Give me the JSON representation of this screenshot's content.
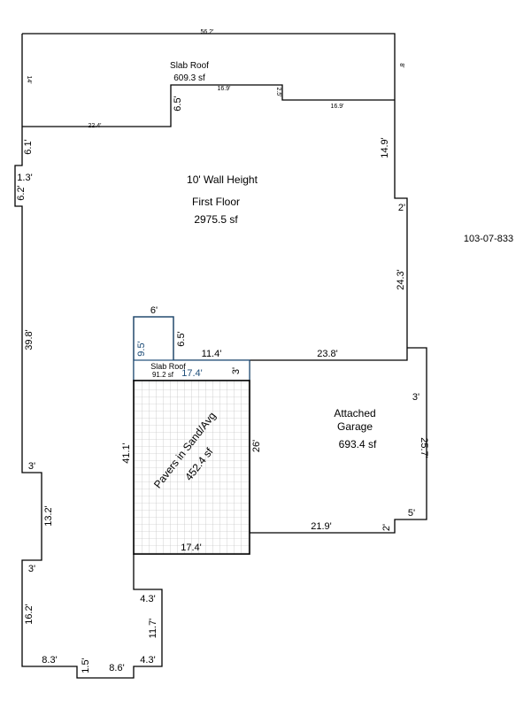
{
  "diagram": {
    "parcel_id": "103-07-833",
    "slab_roof_top": {
      "name": "Slab Roof",
      "area": "609.3 sf"
    },
    "first_floor": {
      "wall_height": "10' Wall Height",
      "name": "First Floor",
      "area": "2975.5 sf"
    },
    "slab_roof_small": {
      "name": "Slab Roof",
      "area": "91.2 sf"
    },
    "pavers": {
      "name": "Pavers in Sand/Avg",
      "area": "452.4 sf"
    },
    "garage": {
      "name_line1": "Attached",
      "name_line2": "Garage",
      "area": "693.4 sf"
    },
    "dimensions": {
      "top": "56.2'",
      "top_right_vert": "8'",
      "top_left_vert": "14'",
      "slab_bottom": "22.4'",
      "slab_step": "6.5'",
      "slab_mid": "16.9'",
      "slab_small_step": "2.5'",
      "slab_right": "16.9'",
      "right_upper": "14.9'",
      "right_jog": "2'",
      "right_mid": "24.3'",
      "ff_bottom_right": "23.8'",
      "ff_bottom_mid": "11.4'",
      "notch_top": "6'",
      "notch_left": "9.5'",
      "notch_right": "6.5'",
      "slab_small_w": "17.4'",
      "slab_small_h": "3'",
      "pav_left": "41.1'",
      "pav_right": "26'",
      "pav_bottom": "17.4'",
      "garage_top": "3'",
      "garage_right": "25.7'",
      "garage_jog_h": "5'",
      "garage_jog_v": "2'",
      "garage_bottom": "21.9'",
      "left_top": "6.1'",
      "left_jog_h": "1.3'",
      "left_jog_v": "6.2'",
      "left_main": "39.8'",
      "left_step1": "3'",
      "left_seg": "13.2'",
      "left_step2": "3'",
      "left_low": "16.2'",
      "bottom_left": "8.3'",
      "bottom_step": "1.5'",
      "bottom_mid": "8.6'",
      "bottom_right": "4.3'",
      "inner_vert": "11.7'",
      "inner_top": "4.3'"
    }
  }
}
